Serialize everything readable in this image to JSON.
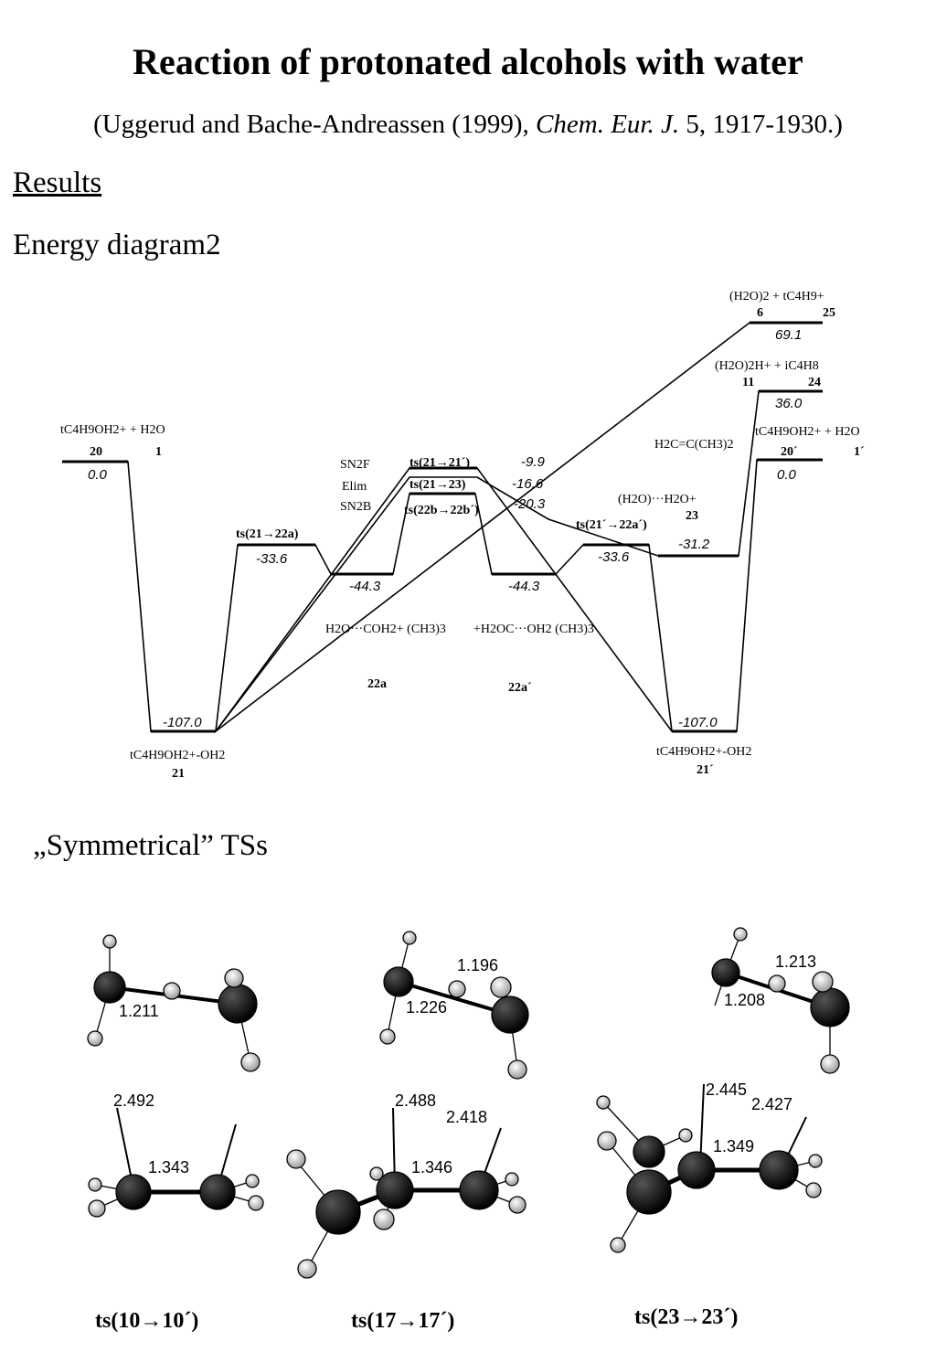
{
  "title": "Reaction of protonated alcohols with water",
  "citation": {
    "prefix": "(Uggerud and Bache-Andreassen (1999), ",
    "journal": "Chem. Eur. J.",
    "suffix": " 5, 1917-1930.)"
  },
  "section_heading": "Results",
  "subheading": "Energy diagram2",
  "energy_diagram": {
    "energies": {
      "e20": "0.0",
      "e21": "-107.0",
      "ts21_22a": "-33.6",
      "e22a": "-44.3",
      "ts21_21p": "-9.9",
      "ts21_23": "-16.6",
      "ts22b": "-20.3",
      "e22ap": "-44.3",
      "ts21p_22ap": "-33.6",
      "e23": "-31.2",
      "e21p": "-107.0",
      "e20p": "0.0",
      "e6_25": "69.1",
      "e11_24": "36.0"
    },
    "labels": {
      "r_species": "tC4H9OH2+ + H2O",
      "r_n20": "20",
      "r_n1": "1",
      "sn2f": "SN2F",
      "elim": "Elim",
      "sn2b": "SN2B",
      "ts21_21p": "ts(21→21´)",
      "ts21_23": "ts(21→23)",
      "ts22b": "ts(22b→22b´)",
      "ts21_22a": "ts(21→22a)",
      "ts21p_22ap": "ts(21´→22a´)",
      "s21": "tC4H9OH2+-OH2",
      "n21": "21",
      "s21p": "tC4H9OH2+-OH2",
      "n21p": "21´",
      "n22a": "22a",
      "n22ap": "22a´",
      "s22a": "H2O···COH2+ (CH3)3",
      "s22ap": "+H2OC···OH2 (CH3)3",
      "s23a": "H2C=C(CH3)2",
      "s23b": "(H2O)···H2O+",
      "n23": "23",
      "s6_25": "(H2O)2  + tC4H9+",
      "n6": "6",
      "n25": "25",
      "s11_24": "(H2O)2H+ + iC4H8",
      "n11": "11",
      "n24": "24",
      "s20p": "tC4H9OH2+ + H2O",
      "n20p": "20´",
      "n1p": "1´"
    }
  },
  "symmetrical_heading": "„Symmetrical” TSs",
  "structures": [
    {
      "name": "ts(10→10´)",
      "top_distance": "1.211",
      "bottom_left": "2.492",
      "bottom_center": "1.343"
    },
    {
      "name": "ts(17→17´)",
      "top_distance_a": "1.196",
      "top_distance_b": "1.226",
      "bottom_left": "2.488",
      "bottom_right": "2.418",
      "bottom_center": "1.346"
    },
    {
      "name": "ts(23→23´)",
      "top_distance_a": "1.213",
      "top_distance_b": "1.208",
      "bottom_left": "2.445",
      "bottom_right": "2.427",
      "bottom_center": "1.349"
    }
  ]
}
